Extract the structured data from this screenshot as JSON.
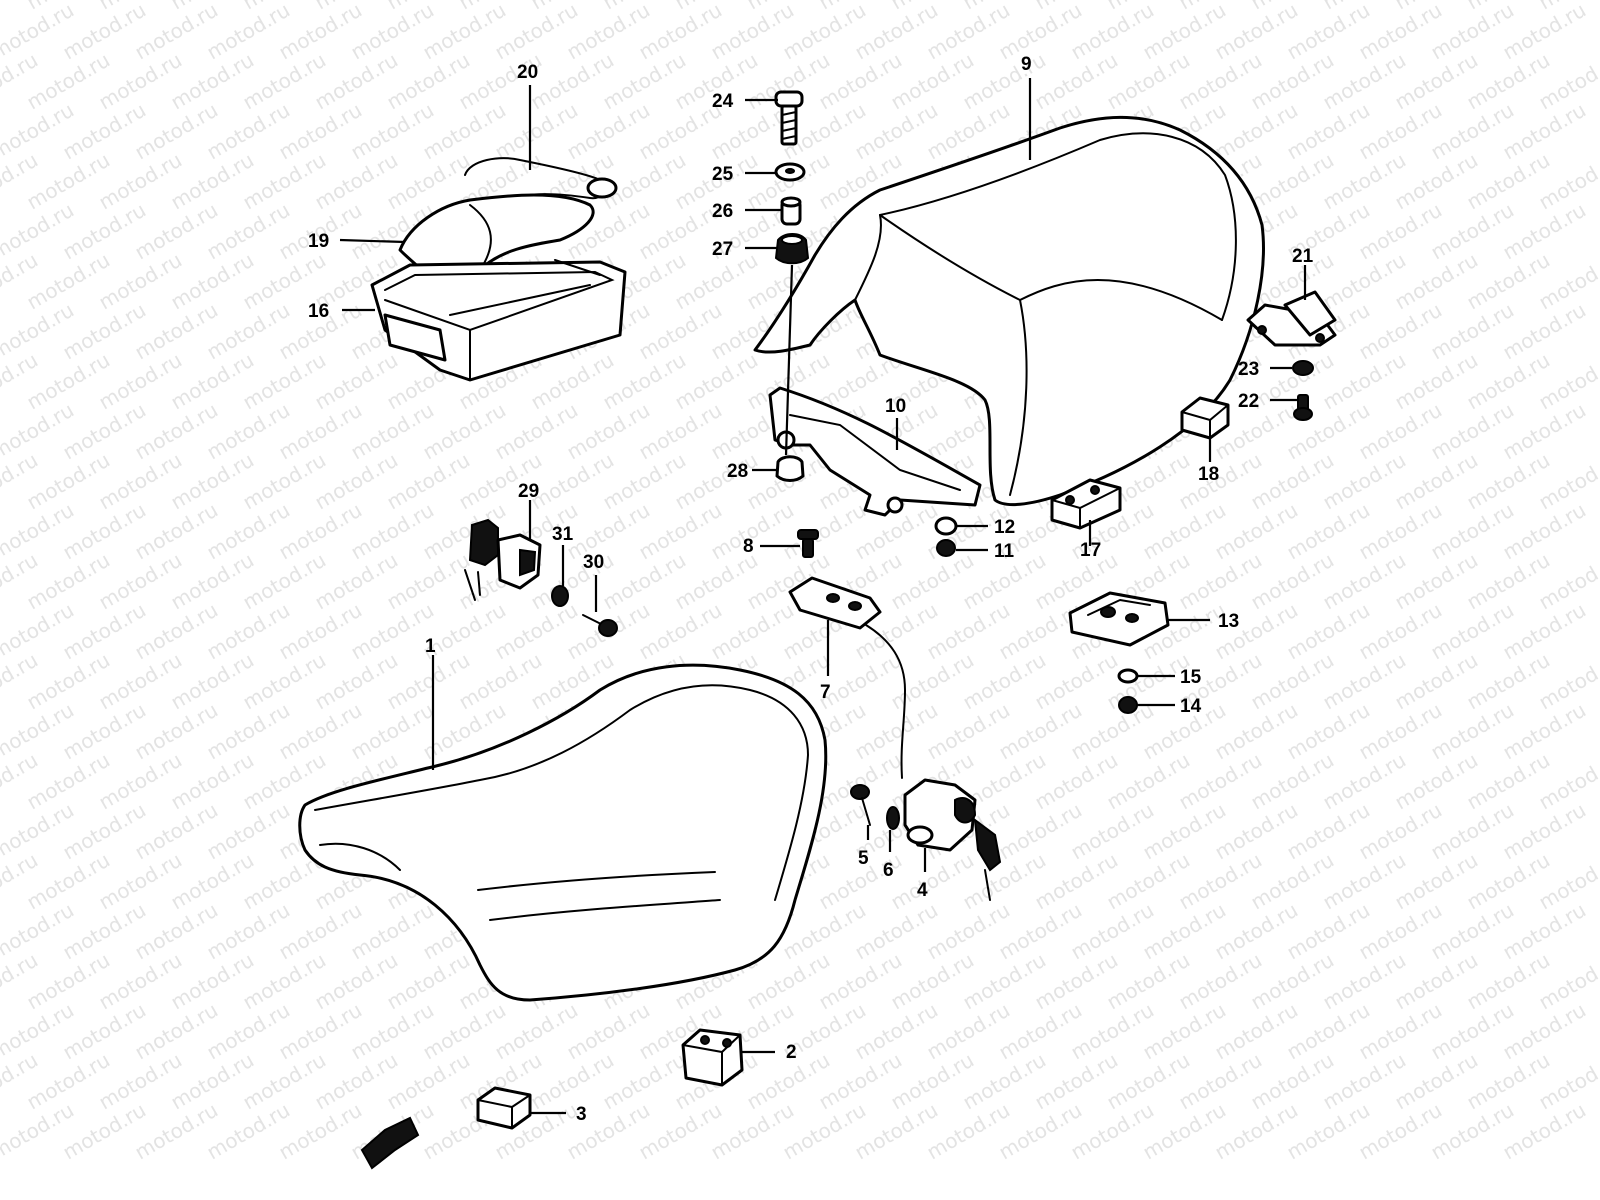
{
  "watermark": {
    "text": "motod.ru"
  },
  "callouts": [
    {
      "id": "1",
      "label": "1"
    },
    {
      "id": "2",
      "label": "2"
    },
    {
      "id": "3",
      "label": "3"
    },
    {
      "id": "4",
      "label": "4"
    },
    {
      "id": "5",
      "label": "5"
    },
    {
      "id": "6",
      "label": "6"
    },
    {
      "id": "7",
      "label": "7"
    },
    {
      "id": "8",
      "label": "8"
    },
    {
      "id": "9",
      "label": "9"
    },
    {
      "id": "10",
      "label": "10"
    },
    {
      "id": "11",
      "label": "11"
    },
    {
      "id": "12",
      "label": "12"
    },
    {
      "id": "13",
      "label": "13"
    },
    {
      "id": "14",
      "label": "14"
    },
    {
      "id": "15",
      "label": "15"
    },
    {
      "id": "16",
      "label": "16"
    },
    {
      "id": "17",
      "label": "17"
    },
    {
      "id": "18",
      "label": "18"
    },
    {
      "id": "19",
      "label": "19"
    },
    {
      "id": "20",
      "label": "20"
    },
    {
      "id": "21",
      "label": "21"
    },
    {
      "id": "22",
      "label": "22"
    },
    {
      "id": "23",
      "label": "23"
    },
    {
      "id": "24",
      "label": "24"
    },
    {
      "id": "25",
      "label": "25"
    },
    {
      "id": "26",
      "label": "26"
    },
    {
      "id": "27",
      "label": "27"
    },
    {
      "id": "28",
      "label": "28"
    },
    {
      "id": "29",
      "label": "29"
    },
    {
      "id": "30",
      "label": "30"
    },
    {
      "id": "31",
      "label": "31"
    }
  ],
  "colors": {
    "line": "#000000",
    "background": "#ffffff",
    "watermark": "#e3e3e3"
  }
}
